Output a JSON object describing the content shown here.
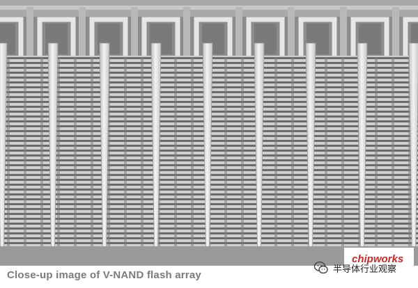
{
  "caption": "Close-up image of V-NAND flash array",
  "watermark": {
    "logo_text": "chipworks",
    "account_name": "半导体行业观察",
    "icon": "wechat-icon"
  },
  "colors": {
    "background": "#8e8e8e",
    "layer_light": "#d4d4d4",
    "layer_dark": "#6a6a6a",
    "pillar": "#eeeeee",
    "logo_red": "#c62a2a",
    "caption_text": "#7b7b7b"
  }
}
